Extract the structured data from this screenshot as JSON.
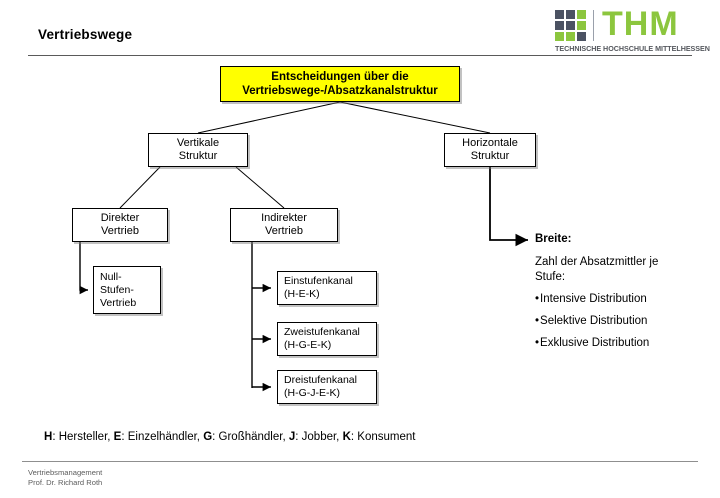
{
  "header": {
    "title": "Vertriebswege",
    "logo": {
      "wordmark": "THM",
      "subtitle": "TECHNISCHE HOCHSCHULE MITTELHESSEN",
      "grid_colors": [
        "dark",
        "dark",
        "green",
        "dark",
        "dark",
        "green",
        "green",
        "green",
        "dark"
      ],
      "green_hex": "#8CC63E",
      "dark_hex": "#4B5262"
    }
  },
  "diagram": {
    "root": {
      "line1": "Entscheidungen über die",
      "line2": "Vertriebswege-/Absatzkanalstruktur",
      "fill_hex": "#FFFF00"
    },
    "vertikal": {
      "line1": "Vertikale",
      "line2": "Struktur"
    },
    "horizontal": {
      "line1": "Horizontale",
      "line2": "Struktur"
    },
    "direkt": {
      "line1": "Direkter",
      "line2": "Vertrieb"
    },
    "indirekt": {
      "line1": "Indirekter",
      "line2": "Vertrieb"
    },
    "null_stufen": {
      "line1": "Null-",
      "line2": "Stufen-",
      "line3": "Vertrieb"
    },
    "einstufen": {
      "line1": "Einstufenkanal",
      "line2": "(H-E-K)"
    },
    "zweistufen": {
      "line1": "Zweistufenkanal",
      "line2": "(H-G-E-K)"
    },
    "dreistufen": {
      "line1": "Dreistufenkanal",
      "line2": "(H-G-J-E-K)"
    }
  },
  "breite": {
    "title": "Breite:",
    "subtitle_line1": "Zahl der Absatzmittler je",
    "subtitle_line2": "Stufe:",
    "bullets": [
      "Intensive Distribution",
      "Selektive Distribution",
      "Exklusive Distribution"
    ],
    "bullet_char": "•"
  },
  "legend": {
    "items": [
      {
        "key": "H",
        "value": "Hersteller"
      },
      {
        "key": "E",
        "value": "Einzelhändler"
      },
      {
        "key": "G",
        "value": "Großhändler"
      },
      {
        "key": "J",
        "value": "Jobber"
      },
      {
        "key": "K",
        "value": "Konsument"
      }
    ]
  },
  "footer": {
    "line1": "Vertriebsmanagement",
    "line2": "Prof. Dr. Richard Roth"
  }
}
